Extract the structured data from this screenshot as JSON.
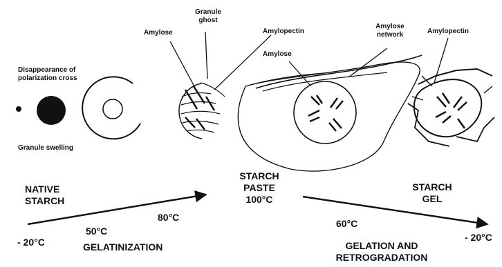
{
  "labels": {
    "polarization_line1": "Disappearance of",
    "polarization_line2": "polarization cross",
    "granule_swelling": "Granule swelling",
    "amylose_left": "Amylose",
    "granule_ghost_line1": "Granule",
    "granule_ghost_line2": "ghost",
    "amylopectin_mid": "Amylopectin",
    "amylose_mid": "Amylose",
    "amylose_network_line1": "Amylose",
    "amylose_network_line2": "network",
    "amylopectin_right": "Amylopectin"
  },
  "stages": {
    "native_line1": "NATIVE",
    "native_line2": "STARCH",
    "paste_line1": "STARCH",
    "paste_line2": "PASTE",
    "paste_temp": "100°C",
    "gel_line1": "STARCH",
    "gel_line2": "GEL"
  },
  "temps": {
    "minus20_left": "- 20°C",
    "t50": "50°C",
    "t80": "80°C",
    "t60": "60°C",
    "minus20_right": "- 20°C"
  },
  "processes": {
    "gelatinization": "GELATINIZATION",
    "gelation_line1": "GELATION AND",
    "gelation_line2": "RETROGRADATION"
  }
}
